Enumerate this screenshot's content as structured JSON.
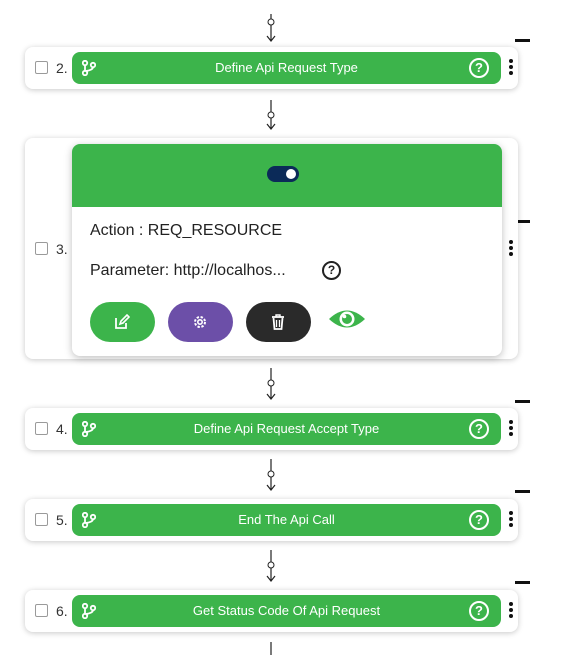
{
  "steps": [
    {
      "number": "2.",
      "title": "Define Api Request Type",
      "help": "?"
    },
    {
      "number": "3.",
      "expanded": true
    },
    {
      "number": "4.",
      "title": "Define Api Request Accept Type",
      "help": "?"
    },
    {
      "number": "5.",
      "title": "End The Api Call",
      "help": "?"
    },
    {
      "number": "6.",
      "title": "Get Status Code Of Api Request",
      "help": "?"
    }
  ],
  "expanded_step": {
    "action_text": "Action : REQ_RESOURCE",
    "parameter_text": "Parameter: http://localhos...",
    "help": "?",
    "toggle_state": "on",
    "buttons": [
      {
        "name": "edit",
        "icon": "edit-icon",
        "color": "#3cb44b"
      },
      {
        "name": "settings",
        "icon": "gear-icon",
        "color": "#6c4fa8"
      },
      {
        "name": "delete",
        "icon": "trash-icon",
        "color": "#2a2a2a"
      }
    ],
    "view_icon": "eye-icon"
  },
  "colors": {
    "bar": "#3cb44b",
    "toggle": "#0b2a58",
    "settings": "#6c4fa8",
    "delete": "#2a2a2a"
  }
}
